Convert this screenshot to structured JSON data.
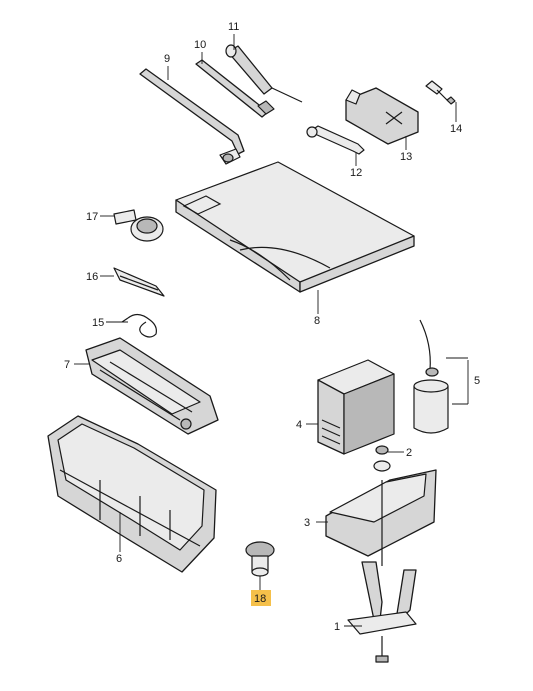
{
  "callouts": {
    "c1": "1",
    "c2": "2",
    "c3": "3",
    "c4": "4",
    "c5": "5",
    "c6": "6",
    "c7": "7",
    "c8": "8",
    "c9": "9",
    "c10": "10",
    "c11": "11",
    "c12": "12",
    "c13": "13",
    "c14": "14",
    "c15": "15",
    "c16": "16",
    "c17": "17",
    "c18": "18"
  },
  "highlight_color": "#f5c04a",
  "highlighted_callout": "18"
}
